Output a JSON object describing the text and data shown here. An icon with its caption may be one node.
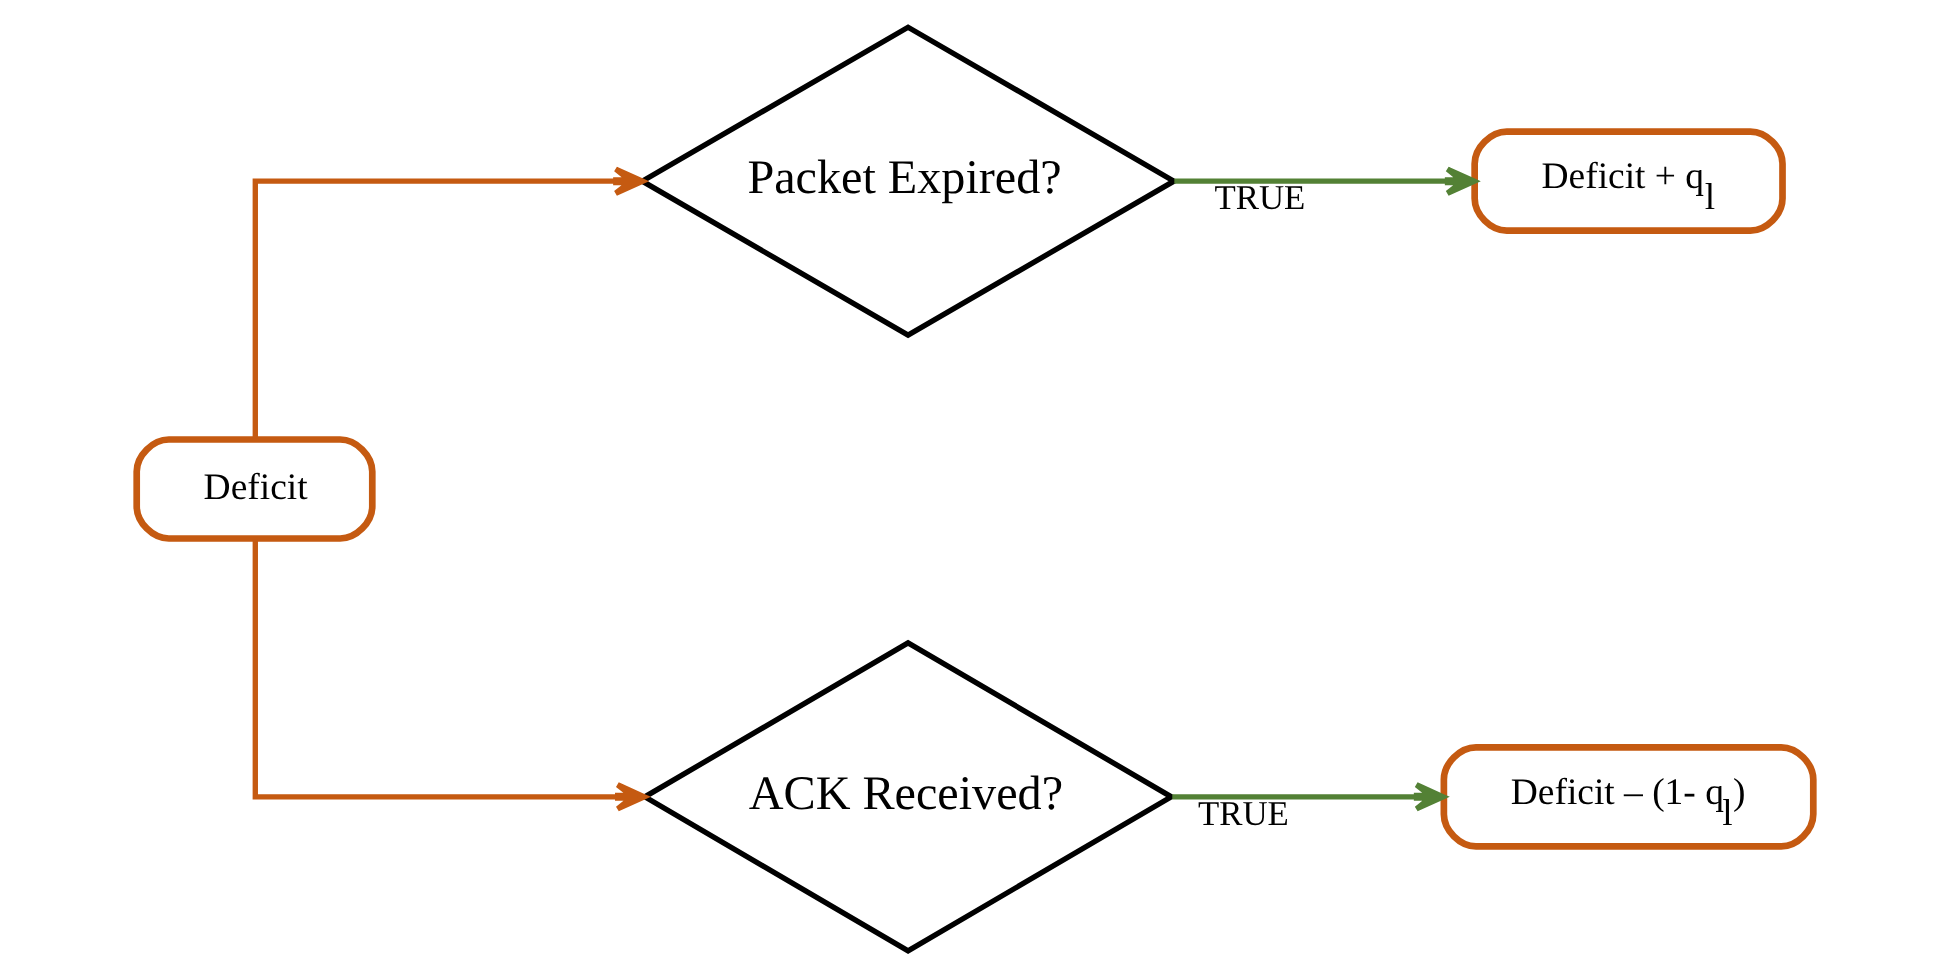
{
  "diagram": {
    "nodes": [
      {
        "text": [
          "Deficit"
        ]
      },
      {
        "text": [
          "Packet Expired?"
        ]
      },
      {
        "text": [
          "Deficit + q$_{l}$"
        ]
      },
      {
        "text": [
          "ACK Received?"
        ]
      },
      {
        "text": [
          "Deficit – (1- q$_{l}$)"
        ]
      }
    ],
    "edges": [
      {
        "from": 0,
        "to": 1,
        "arrow": "to",
        "color": "#c55a11"
      },
      {
        "from": 0,
        "to": 3,
        "arrow": "to",
        "color": "#c55a11"
      },
      {
        "from": 1,
        "to": 2,
        "arrow": "to",
        "label": "TRUE",
        "color": "#538135"
      },
      {
        "from": 3,
        "to": 4,
        "arrow": "to",
        "label": "TRUE",
        "color": "#538135"
      }
    ]
  }
}
